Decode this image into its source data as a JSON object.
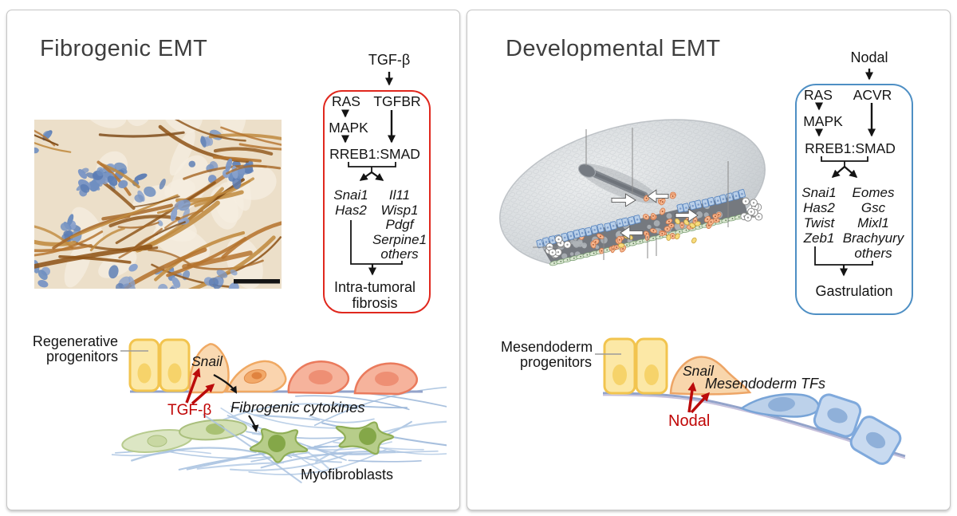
{
  "colors": {
    "red_box": "#e0281e",
    "blue_box": "#4e8fc4",
    "ligand_red": "#c00606",
    "arrow_red": "#bb0b0b",
    "membrane_blue": "#93a3ca"
  },
  "left_panel": {
    "title": "Fibrogenic EMT",
    "pathway": {
      "ligand": "TGF-β",
      "ras": "RAS",
      "receptor": "TGFBR",
      "mapk": "MAPK",
      "complex": "RREB1:SMAD",
      "targets_col1": [
        "Snai1",
        "Has2"
      ],
      "targets_col2": [
        "Il11",
        "Wisp1",
        "Pdgf",
        "Serpine1",
        "others"
      ],
      "outcome_line1": "Intra-tumoral",
      "outcome_line2": "fibrosis"
    },
    "cell_diagram": {
      "progenitor_line1": "Regenerative",
      "progenitor_line2": "progenitors",
      "snail": "Snail",
      "ligand": "TGF-β",
      "cytokines": "Fibrogenic cytokines",
      "mesenchymal_cells": "Myofibroblasts"
    }
  },
  "right_panel": {
    "title": "Developmental EMT",
    "pathway": {
      "ligand": "Nodal",
      "ras": "RAS",
      "receptor": "ACVR",
      "mapk": "MAPK",
      "complex": "RREB1:SMAD",
      "targets_col1": [
        "Snai1",
        "Has2",
        "Twist",
        "Zeb1"
      ],
      "targets_col2": [
        "Eomes",
        "Gsc",
        "Mixl1",
        "Brachyury",
        "others"
      ],
      "outcome_line1": "Gastrulation"
    },
    "cell_diagram": {
      "progenitor_line1": "Mesendoderm",
      "progenitor_line2": "progenitors",
      "snail": "Snail",
      "ligand": "Nodal",
      "tfs": "Mesendoderm TFs"
    }
  }
}
